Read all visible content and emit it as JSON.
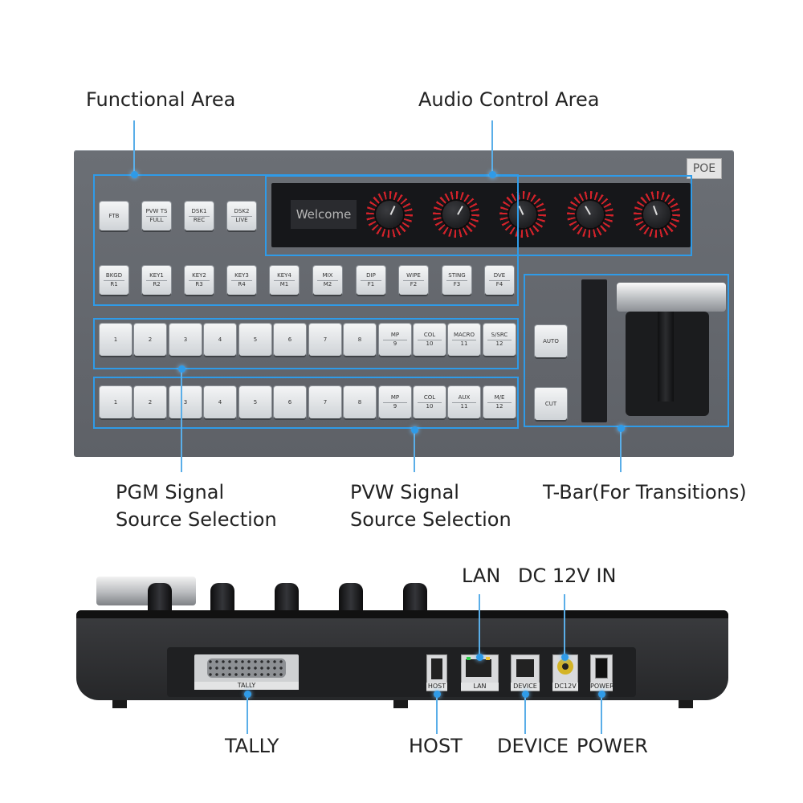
{
  "labels": {
    "functional_area": "Functional Area",
    "audio_control_area": "Audio Control Area",
    "pgm_line1": "PGM Signal",
    "pgm_line2": "Source Selection",
    "pvw_line1": "PVW Signal",
    "pvw_line2": "Source Selection",
    "tbar": "T-Bar(For Transitions)",
    "lan": "LAN",
    "dc_in": "DC 12V IN",
    "tally": "TALLY",
    "host": "HOST",
    "device": "DEVICE",
    "power": "POWER"
  },
  "panel": {
    "poe": "POE",
    "display_text": "Welcome",
    "row1": [
      {
        "top": "FTB",
        "bottom": ""
      },
      {
        "top": "PVW TS",
        "bottom": "FULL"
      },
      {
        "top": "DSK1",
        "bottom": "REC"
      },
      {
        "top": "DSK2",
        "bottom": "LIVE"
      }
    ],
    "row2": [
      {
        "top": "BKGD",
        "bottom": "R1"
      },
      {
        "top": "KEY1",
        "bottom": "R2"
      },
      {
        "top": "KEY2",
        "bottom": "R3"
      },
      {
        "top": "KEY3",
        "bottom": "R4"
      },
      {
        "top": "KEY4",
        "bottom": "M1"
      },
      {
        "top": "MIX",
        "bottom": "M2"
      },
      {
        "top": "DIP",
        "bottom": "F1"
      },
      {
        "top": "WIPE",
        "bottom": "F2"
      },
      {
        "top": "STING",
        "bottom": "F3"
      },
      {
        "top": "DVE",
        "bottom": "F4"
      }
    ],
    "pgm_row": [
      {
        "top": "1",
        "bottom": ""
      },
      {
        "top": "2",
        "bottom": ""
      },
      {
        "top": "3",
        "bottom": ""
      },
      {
        "top": "4",
        "bottom": ""
      },
      {
        "top": "5",
        "bottom": ""
      },
      {
        "top": "6",
        "bottom": ""
      },
      {
        "top": "7",
        "bottom": ""
      },
      {
        "top": "8",
        "bottom": ""
      },
      {
        "top": "MP",
        "bottom": "9"
      },
      {
        "top": "COL",
        "bottom": "10"
      },
      {
        "top": "MACRO",
        "bottom": "11"
      },
      {
        "top": "S/SRC",
        "bottom": "12"
      }
    ],
    "pvw_row": [
      {
        "top": "1",
        "bottom": ""
      },
      {
        "top": "2",
        "bottom": ""
      },
      {
        "top": "3",
        "bottom": ""
      },
      {
        "top": "4",
        "bottom": ""
      },
      {
        "top": "5",
        "bottom": ""
      },
      {
        "top": "6",
        "bottom": ""
      },
      {
        "top": "7",
        "bottom": ""
      },
      {
        "top": "8",
        "bottom": ""
      },
      {
        "top": "MP",
        "bottom": "9"
      },
      {
        "top": "COL",
        "bottom": "10"
      },
      {
        "top": "AUX",
        "bottom": "11"
      },
      {
        "top": "M/E",
        "bottom": "12"
      }
    ],
    "auto": "AUTO",
    "cut": "CUT"
  },
  "rear": {
    "tally_port": "TALLY",
    "host_port": "HOST",
    "lan_port": "LAN",
    "device_port": "DEVICE",
    "dc_port": "DC12V",
    "power_port": "POWER"
  },
  "colors": {
    "accent": "#2f9be8",
    "panel": "#64676d",
    "knob_ring": "#d3222a"
  }
}
